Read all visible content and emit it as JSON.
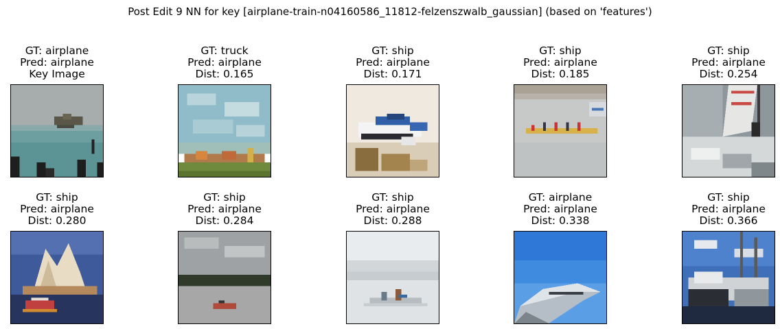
{
  "figure": {
    "title": "Post Edit 9 NN for key [airplane-train-n04160586_11812-felzenszwalb_gaussian] (based on 'features')"
  },
  "panels": [
    {
      "lines": [
        "GT: airplane",
        "Pred: airplane",
        "Key Image"
      ],
      "scene": "sea-plane"
    },
    {
      "lines": [
        "GT: truck",
        "Pred: airplane",
        "Dist: 0.165"
      ],
      "scene": "sky-field"
    },
    {
      "lines": [
        "GT: ship",
        "Pred: airplane",
        "Dist: 0.171"
      ],
      "scene": "speedboat"
    },
    {
      "lines": [
        "GT: ship",
        "Pred: airplane",
        "Dist: 0.185"
      ],
      "scene": "rowing"
    },
    {
      "lines": [
        "GT: ship",
        "Pred: airplane",
        "Dist: 0.254"
      ],
      "scene": "sailboat"
    },
    {
      "lines": [
        "GT: ship",
        "Pred: airplane",
        "Dist: 0.280"
      ],
      "scene": "opera-house"
    },
    {
      "lines": [
        "GT: ship",
        "Pred: airplane",
        "Dist: 0.284"
      ],
      "scene": "lake-boat"
    },
    {
      "lines": [
        "GT: ship",
        "Pred: airplane",
        "Dist: 0.288"
      ],
      "scene": "pale-boat"
    },
    {
      "lines": [
        "GT: airplane",
        "Pred: airplane",
        "Dist: 0.338"
      ],
      "scene": "blue-hull"
    },
    {
      "lines": [
        "GT: ship",
        "Pred: airplane",
        "Dist: 0.366"
      ],
      "scene": "harbor"
    }
  ]
}
